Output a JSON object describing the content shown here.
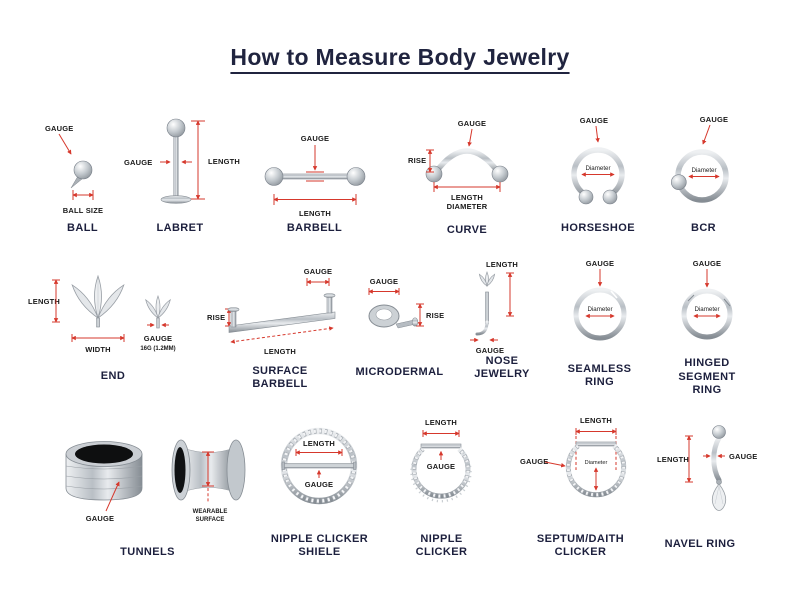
{
  "title": "How to Measure Body Jewelry",
  "colors": {
    "accent_red": "#d6382c",
    "title_navy": "#20243f",
    "label_navy": "#1c1f3d"
  },
  "items": [
    {
      "label": "BALL",
      "ann": {
        "gauge": "GAUGE",
        "ball_size": "BALL SIZE"
      }
    },
    {
      "label": "LABRET",
      "ann": {
        "gauge": "GAUGE",
        "length": "LENGTH"
      }
    },
    {
      "label": "BARBELL",
      "ann": {
        "gauge": "GAUGE",
        "length": "LENGTH"
      }
    },
    {
      "label": "CURVE",
      "ann": {
        "rise": "RISE",
        "gauge": "GAUGE",
        "length": "LENGTH",
        "diameter": "DIAMETER"
      }
    },
    {
      "label": "HORSESHOE",
      "ann": {
        "gauge": "GAUGE",
        "diameter": "Diameter"
      }
    },
    {
      "label": "BCR",
      "ann": {
        "gauge": "GAUGE",
        "diameter": "Diameter"
      }
    },
    {
      "label": "END",
      "ann": {
        "length": "LENGTH",
        "width": "WIDTH",
        "gauge": "GAUGE",
        "gauge_size": "16G (1.2MM)"
      }
    },
    {
      "label": "SURFACE BARBELL",
      "ann": {
        "gauge": "GAUGE",
        "rise": "RISE",
        "length": "LENGTH"
      }
    },
    {
      "label": "MICRODERMAL",
      "ann": {
        "gauge": "GAUGE",
        "rise": "RISE"
      }
    },
    {
      "label": "NOSE JEWELRY",
      "ann": {
        "length": "LENGTH",
        "gauge": "GAUGE"
      }
    },
    {
      "label": "SEAMLESS RING",
      "ann": {
        "gauge": "GAUGE",
        "diameter": "Diameter"
      }
    },
    {
      "label": "HINGED SEGMENT RING",
      "ann": {
        "gauge": "GAUGE",
        "diameter": "Diameter"
      }
    },
    {
      "label": "TUNNELS",
      "ann": {
        "gauge": "GAUGE",
        "wearable_line1": "WEARABLE",
        "wearable_line2": "SURFACE"
      }
    },
    {
      "label": "NIPPLE CLICKER SHIELE",
      "ann": {
        "length": "LENGTH",
        "gauge": "GAUGE"
      }
    },
    {
      "label": "NIPPLE CLICKER",
      "ann": {
        "length": "LENGTH",
        "gauge": "GAUGE"
      }
    },
    {
      "label": "SEPTUM/DAITH CLICKER",
      "ann": {
        "gauge": "GAUGE",
        "length": "LENGTH",
        "diameter": "Diameter"
      }
    },
    {
      "label": "NAVEL RING",
      "ann": {
        "length": "LENGTH",
        "gauge": "GAUGE"
      }
    }
  ]
}
